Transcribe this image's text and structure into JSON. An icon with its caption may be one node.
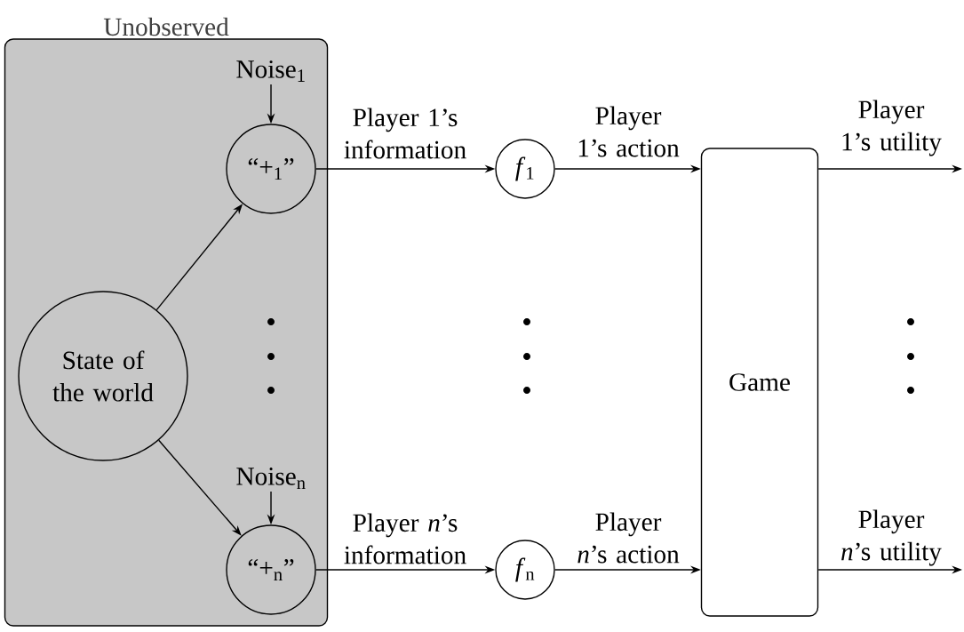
{
  "diagram": {
    "nodes": [
      {
        "text": [
          "Unobserved"
        ]
      },
      {
        "text": [
          "State of the world"
        ],
        "in": 0
      },
      {
        "text": [
          "Noise$_{1}$"
        ],
        "in": 0
      },
      {
        "text": [
          "“+$_{1}$”"
        ],
        "in": 0
      },
      {
        "text": [
          "Noise$_{n}$"
        ],
        "in": 0
      },
      {
        "text": [
          "“+$_{n}$”"
        ],
        "in": 0
      },
      {
        "text": [
          "*f*$_{1}$"
        ]
      },
      {
        "text": [
          "*f*$_{n}$"
        ]
      },
      {
        "text": [
          "Game"
        ]
      }
    ],
    "edges": [
      {
        "from": 2,
        "to": 3,
        "arrow": "to"
      },
      {
        "from": 1,
        "to": 3,
        "arrow": "to"
      },
      {
        "from": 4,
        "to": 5,
        "arrow": "to"
      },
      {
        "from": 1,
        "to": 5,
        "arrow": "to"
      },
      {
        "from": 3,
        "to": 6,
        "arrow": "to",
        "label": "Player 1’s information"
      },
      {
        "from": 6,
        "to": 8,
        "arrow": "to",
        "label": "Player 1’s action"
      },
      {
        "from": 8,
        "to": null,
        "arrow": "to",
        "label": "Player 1’s utility"
      },
      {
        "from": 5,
        "to": 7,
        "arrow": "to",
        "label": "Player *n*’s information"
      },
      {
        "from": 7,
        "to": 8,
        "arrow": "to",
        "label": "Player *n*’s action"
      },
      {
        "from": 8,
        "to": null,
        "arrow": "to",
        "label": "Player *n*’s utility"
      }
    ]
  }
}
